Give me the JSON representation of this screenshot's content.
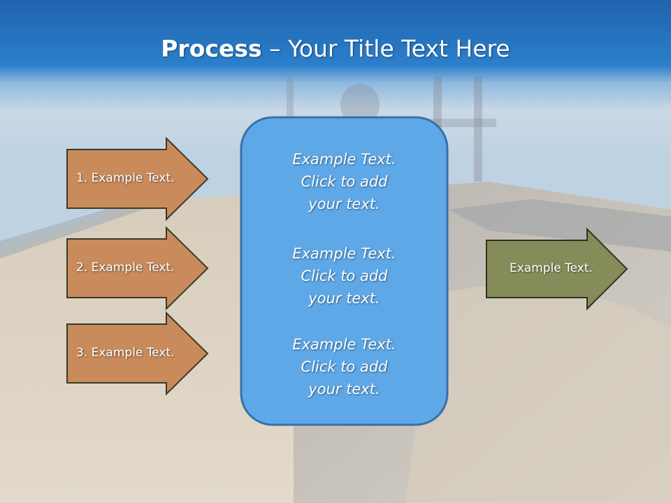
{
  "title": {
    "bold": "Process",
    "dash": " – ",
    "rest": "Your Title Text Here"
  },
  "left_arrows": [
    {
      "label": "1. Example Text."
    },
    {
      "label": "2. Example Text."
    },
    {
      "label": "3. Example Text."
    }
  ],
  "center_box": {
    "paragraphs": [
      {
        "line1": "Example Text.",
        "line2": "Click  to add",
        "line3": "your text."
      },
      {
        "line1": "Example Text.",
        "line2": "Click  to add",
        "line3": "your text."
      },
      {
        "line1": "Example Text.",
        "line2": "Click  to add",
        "line3": "your text."
      }
    ]
  },
  "right_arrow": {
    "label": "Example Text."
  },
  "colors": {
    "header_blue": "#2F7FC8",
    "left_arrow_fill": "#C98B5C",
    "center_box_fill": "#5EA8E8",
    "center_box_border": "#3A6FA8",
    "right_arrow_fill": "#868B5A"
  }
}
